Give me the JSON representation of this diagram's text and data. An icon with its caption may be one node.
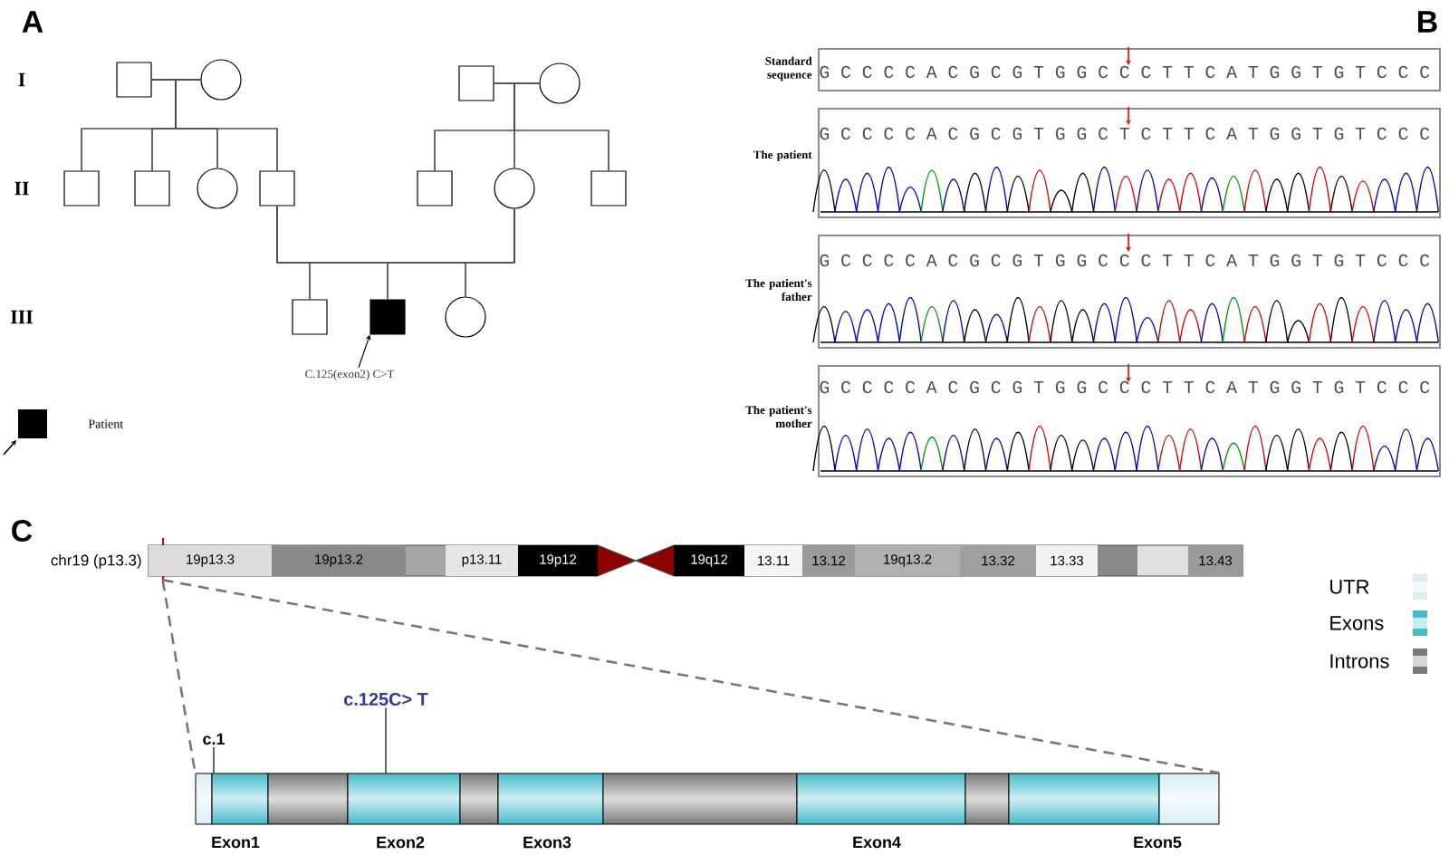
{
  "diagram": {
    "nodes": [
      {
        "text": [],
        "shape": "box"
      },
      {
        "text": [],
        "shape": "circle"
      },
      {
        "text": [],
        "shape": "box"
      },
      {
        "text": [],
        "shape": "circle"
      },
      {
        "text": [],
        "shape": "box"
      },
      {
        "text": [],
        "shape": "box"
      },
      {
        "text": [],
        "shape": "circle"
      },
      {
        "text": [],
        "shape": "box"
      },
      {
        "text": [],
        "shape": "box"
      },
      {
        "text": [],
        "shape": "circle"
      },
      {
        "text": [],
        "shape": "box"
      },
      {
        "text": [],
        "shape": "box"
      },
      {
        "text": [],
        "shape": "box"
      },
      {
        "text": [],
        "shape": "circle"
      },
      {
        "text": [
          "C.125(exon2)  C>T"
        ]
      },
      {
        "text": [
          "19p13.3"
        ]
      },
      {
        "text": [
          "19p13.2"
        ]
      },
      {
        "text": [
          "p13.11"
        ]
      },
      {
        "text": [
          "19p12"
        ]
      },
      {
        "text": [
          "19q12"
        ]
      },
      {
        "text": [
          "13.11"
        ]
      },
      {
        "text": [
          "13.12"
        ]
      },
      {
        "text": [
          "19q13.2"
        ]
      },
      {
        "text": [
          "13.32"
        ]
      },
      {
        "text": [
          "13.33"
        ]
      },
      {
        "text": [
          "13.43"
        ]
      },
      {
        "text": [
          "c.1"
        ]
      },
      {
        "text": [
          "c.125C> T"
        ]
      },
      {
        "text": [],
        "shape": "box"
      },
      {
        "text": [],
        "shape": "box",
        "beside": [
          "Exon1"
        ]
      },
      {
        "text": [],
        "shape": "box"
      },
      {
        "text": [],
        "shape": "box",
        "beside": [
          "Exon2"
        ]
      },
      {
        "text": [],
        "shape": "box"
      },
      {
        "text": [],
        "shape": "box",
        "beside": [
          "Exon3"
        ]
      },
      {
        "text": [],
        "shape": "box"
      },
      {
        "text": [],
        "shape": "box",
        "beside": [
          "Exon4"
        ]
      },
      {
        "text": [],
        "shape": "box"
      },
      {
        "text": [],
        "shape": "box",
        "beside": [
          "Exon5"
        ]
      },
      {
        "text": [],
        "shape": "box"
      }
    ],
    "edges": [
      {
        "from": 0,
        "to": 1,
        "arrow": "none"
      },
      {
        "from": 2,
        "to": 3,
        "arrow": "none"
      },
      {
        "from": 0,
        "to": 4,
        "arrow": "none"
      },
      {
        "from": 0,
        "to": 5,
        "arrow": "none"
      },
      {
        "from": 0,
        "to": 6,
        "arrow": "none"
      },
      {
        "from": 0,
        "to": 7,
        "arrow": "none"
      },
      {
        "from": 1,
        "to": 4,
        "arrow": "none"
      },
      {
        "from": 1,
        "to": 5,
        "arrow": "none"
      },
      {
        "from": 1,
        "to": 6,
        "arrow": "none"
      },
      {
        "from": 1,
        "to": 7,
        "arrow": "none"
      },
      {
        "from": 2,
        "to": 8,
        "arrow": "none"
      },
      {
        "from": 2,
        "to": 9,
        "arrow": "none"
      },
      {
        "from": 2,
        "to": 10,
        "arrow": "none"
      },
      {
        "from": 3,
        "to": 8,
        "arrow": "none"
      },
      {
        "from": 3,
        "to": 9,
        "arrow": "none"
      },
      {
        "from": 3,
        "to": 10,
        "arrow": "none"
      },
      {
        "from": 7,
        "to": 9,
        "arrow": "none"
      },
      {
        "from": 7,
        "to": 11,
        "arrow": "none"
      },
      {
        "from": 7,
        "to": 12,
        "arrow": "none"
      },
      {
        "from": 7,
        "to": 13,
        "arrow": "none"
      },
      {
        "from": 9,
        "to": 11,
        "arrow": "none"
      },
      {
        "from": 9,
        "to": 12,
        "arrow": "none"
      },
      {
        "from": 9,
        "to": 13,
        "arrow": "none"
      },
      {
        "from": 14,
        "to": 12,
        "arrow": "to"
      },
      {
        "from": 26,
        "to": 29,
        "arrow": "none"
      },
      {
        "from": 27,
        "to": 31,
        "arrow": "none"
      },
      {
        "from": 15,
        "to": 28,
        "arrow": "none",
        "style": "dashed",
        "color": "#777777"
      },
      {
        "from": 15,
        "to": 38,
        "arrow": "none",
        "style": "dashed",
        "color": "#777777"
      }
    ],
    "labels": [
      "A",
      "I",
      "II",
      "III",
      "B",
      "Standard sequence",
      "G C C C C A C G C G T G G C C C T T C A T G G T G T C C C",
      "The patient",
      "G C C C C A C G C G T G G C T C T T C A T G G T G T C C C",
      "The patient's father",
      "G C C C C A C G C G T G G C C C T T C A T G G T G T C C C",
      "The patient's mother",
      "G C C C C A C G C G T G G C C C T T C A T G G T G T C C C",
      "C",
      "chr19 (p13.3)"
    ],
    "legend": [
      {
        "text": "Patient"
      },
      {
        "text": "UTR",
        "color": "#d8eff4"
      },
      {
        "text": "Exons",
        "color": "#45bccb"
      },
      {
        "text": "Introns",
        "color": "#7a7a7a"
      }
    ]
  }
}
